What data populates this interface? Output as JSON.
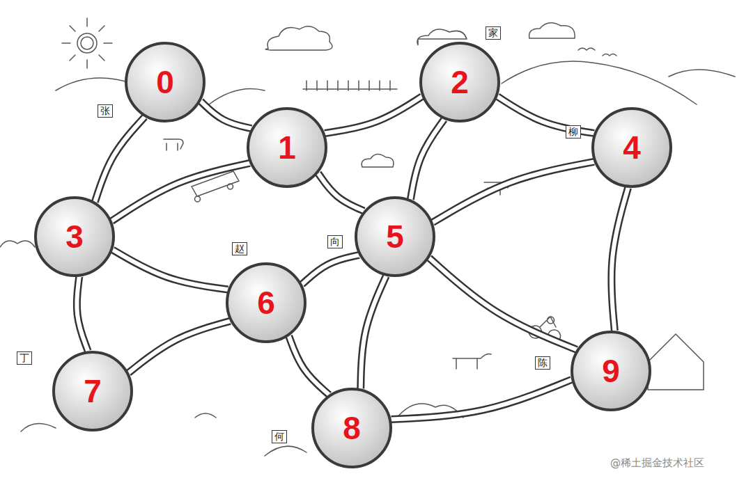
{
  "diagram": {
    "nodes": [
      {
        "text": [
          "0"
        ]
      },
      {
        "text": [
          "1"
        ]
      },
      {
        "text": [
          "2"
        ]
      },
      {
        "text": [
          "3"
        ]
      },
      {
        "text": [
          "4"
        ]
      },
      {
        "text": [
          "5"
        ]
      },
      {
        "text": [
          "6"
        ]
      },
      {
        "text": [
          "7"
        ]
      },
      {
        "text": [
          "8"
        ]
      },
      {
        "text": [
          "9"
        ]
      }
    ],
    "edges": [
      {
        "from": 0,
        "to": 1,
        "arrow": "none"
      },
      {
        "from": 0,
        "to": 3,
        "arrow": "none"
      },
      {
        "from": 1,
        "to": 2,
        "arrow": "none"
      },
      {
        "from": 1,
        "to": 3,
        "arrow": "none"
      },
      {
        "from": 1,
        "to": 5,
        "arrow": "none"
      },
      {
        "from": 2,
        "to": 5,
        "arrow": "none"
      },
      {
        "from": 2,
        "to": 4,
        "arrow": "none"
      },
      {
        "from": 4,
        "to": 5,
        "arrow": "none"
      },
      {
        "from": 4,
        "to": 9,
        "arrow": "none"
      },
      {
        "from": 3,
        "to": 6,
        "arrow": "none"
      },
      {
        "from": 3,
        "to": 7,
        "arrow": "none"
      },
      {
        "from": 5,
        "to": 6,
        "arrow": "none"
      },
      {
        "from": 5,
        "to": 8,
        "arrow": "none"
      },
      {
        "from": 5,
        "to": 9,
        "arrow": "none"
      },
      {
        "from": 6,
        "to": 7,
        "arrow": "none"
      },
      {
        "from": 6,
        "to": 8,
        "arrow": "none"
      },
      {
        "from": 8,
        "to": 9,
        "arrow": "none"
      }
    ],
    "labels": [
      "张",
      "家",
      "柳",
      "向",
      "赵",
      "丁",
      "何",
      "陈",
      "@稀土掘金技术社区"
    ]
  }
}
